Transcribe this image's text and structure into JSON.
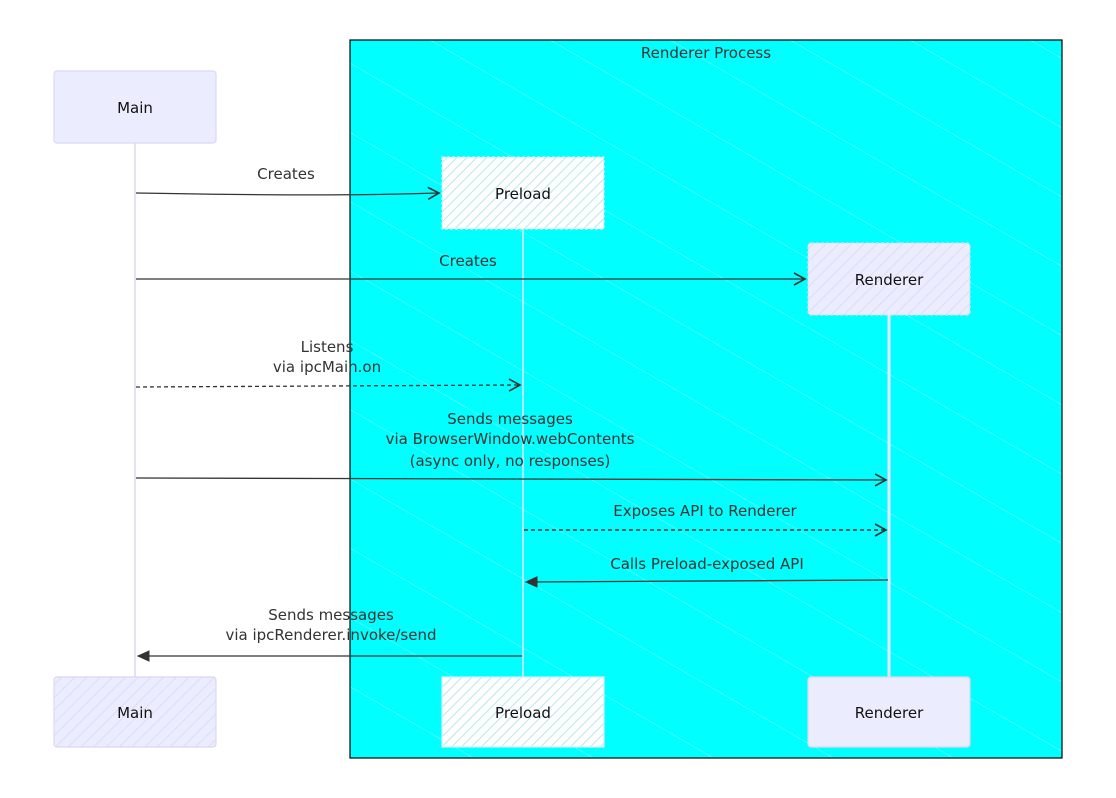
{
  "group": {
    "title": "Renderer Process",
    "fill": "#00ffff"
  },
  "participants": {
    "main": "Main",
    "preload": "Preload",
    "renderer": "Renderer"
  },
  "messages": [
    {
      "from": "main",
      "to": "preload",
      "style": "solid",
      "lines": [
        "Creates"
      ]
    },
    {
      "from": "main",
      "to": "renderer",
      "style": "solid",
      "lines": [
        "Creates"
      ]
    },
    {
      "from": "main",
      "to": "preload",
      "style": "dashed",
      "lines": [
        "Listens",
        "via ipcMain.on"
      ]
    },
    {
      "from": "main",
      "to": "renderer",
      "style": "solid",
      "lines": [
        "Sends messages",
        "via BrowserWindow.webContents",
        "(async only, no responses)"
      ]
    },
    {
      "from": "preload",
      "to": "renderer",
      "style": "dashed",
      "lines": [
        "Exposes API to Renderer"
      ]
    },
    {
      "from": "renderer",
      "to": "preload",
      "style": "solid",
      "lines": [
        "Calls Preload-exposed API"
      ]
    },
    {
      "from": "preload",
      "to": "main",
      "style": "solid",
      "lines": [
        "Sends messages",
        "via ipcRenderer.invoke/send"
      ]
    }
  ],
  "colors": {
    "participant_fill": "#ececff",
    "participant_stroke": "#d8d8f5",
    "lifeline": "#d8d8f5",
    "arrow": "#333333",
    "group_stroke": "#000000"
  }
}
